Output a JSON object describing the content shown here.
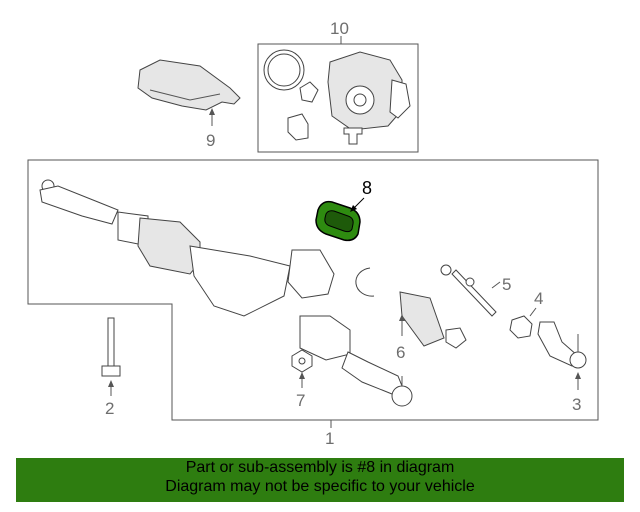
{
  "diagram": {
    "callouts": {
      "c1": "1",
      "c2": "2",
      "c3": "3",
      "c4": "4",
      "c5": "5",
      "c6": "6",
      "c7": "7",
      "c8": "8",
      "c9": "9",
      "c10": "10"
    },
    "highlight_color": "#2e8b10"
  },
  "banner": {
    "line1": "Part or sub-assembly is #8 in diagram",
    "line2": "Diagram may not be specific to your vehicle",
    "color": "#2e7d10"
  }
}
